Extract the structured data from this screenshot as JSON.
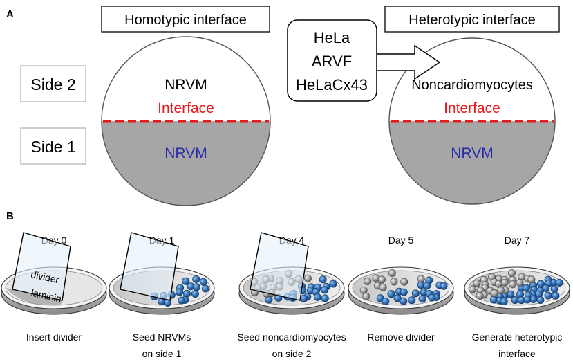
{
  "panel_a": {
    "label": "A",
    "homotypic_title": "Homotypic interface",
    "heterotypic_title": "Heterotypic interface",
    "side2": "Side 2",
    "side1": "Side 1",
    "left_circle": {
      "top_cell": "NRVM",
      "interface": "Interface",
      "bottom_cell": "NRVM"
    },
    "right_circle": {
      "top_cell": "Noncardiomyocytes",
      "interface": "Interface",
      "bottom_cell": "NRVM"
    },
    "cell_types": [
      "HeLa",
      "ARVF",
      "HeLaCx43"
    ]
  },
  "panel_b": {
    "label": "B",
    "steps": [
      {
        "day": "Day 0",
        "caption_lines": [
          "Insert divider"
        ],
        "divider_label": "divider",
        "surface_label": "laminin"
      },
      {
        "day": "Day 1",
        "caption_lines": [
          "Seed NRVMs",
          "on side 1"
        ]
      },
      {
        "day": "Day 4",
        "caption_lines": [
          "Seed noncardiomyocytes",
          "on side 2"
        ]
      },
      {
        "day": "Day 5",
        "caption_lines": [
          "Remove divider"
        ]
      },
      {
        "day": "Day 7",
        "caption_lines": [
          "Generate heterotypic",
          "interface"
        ]
      }
    ]
  },
  "colors": {
    "interface_red": "#e8191a",
    "nrvm_blue": "#2b2ba8",
    "side1_gray": "#a6a6a6",
    "cardiomyocyte_blue": "#2f6db5",
    "noncardiomyocyte_gray": "#9a9a9a"
  }
}
